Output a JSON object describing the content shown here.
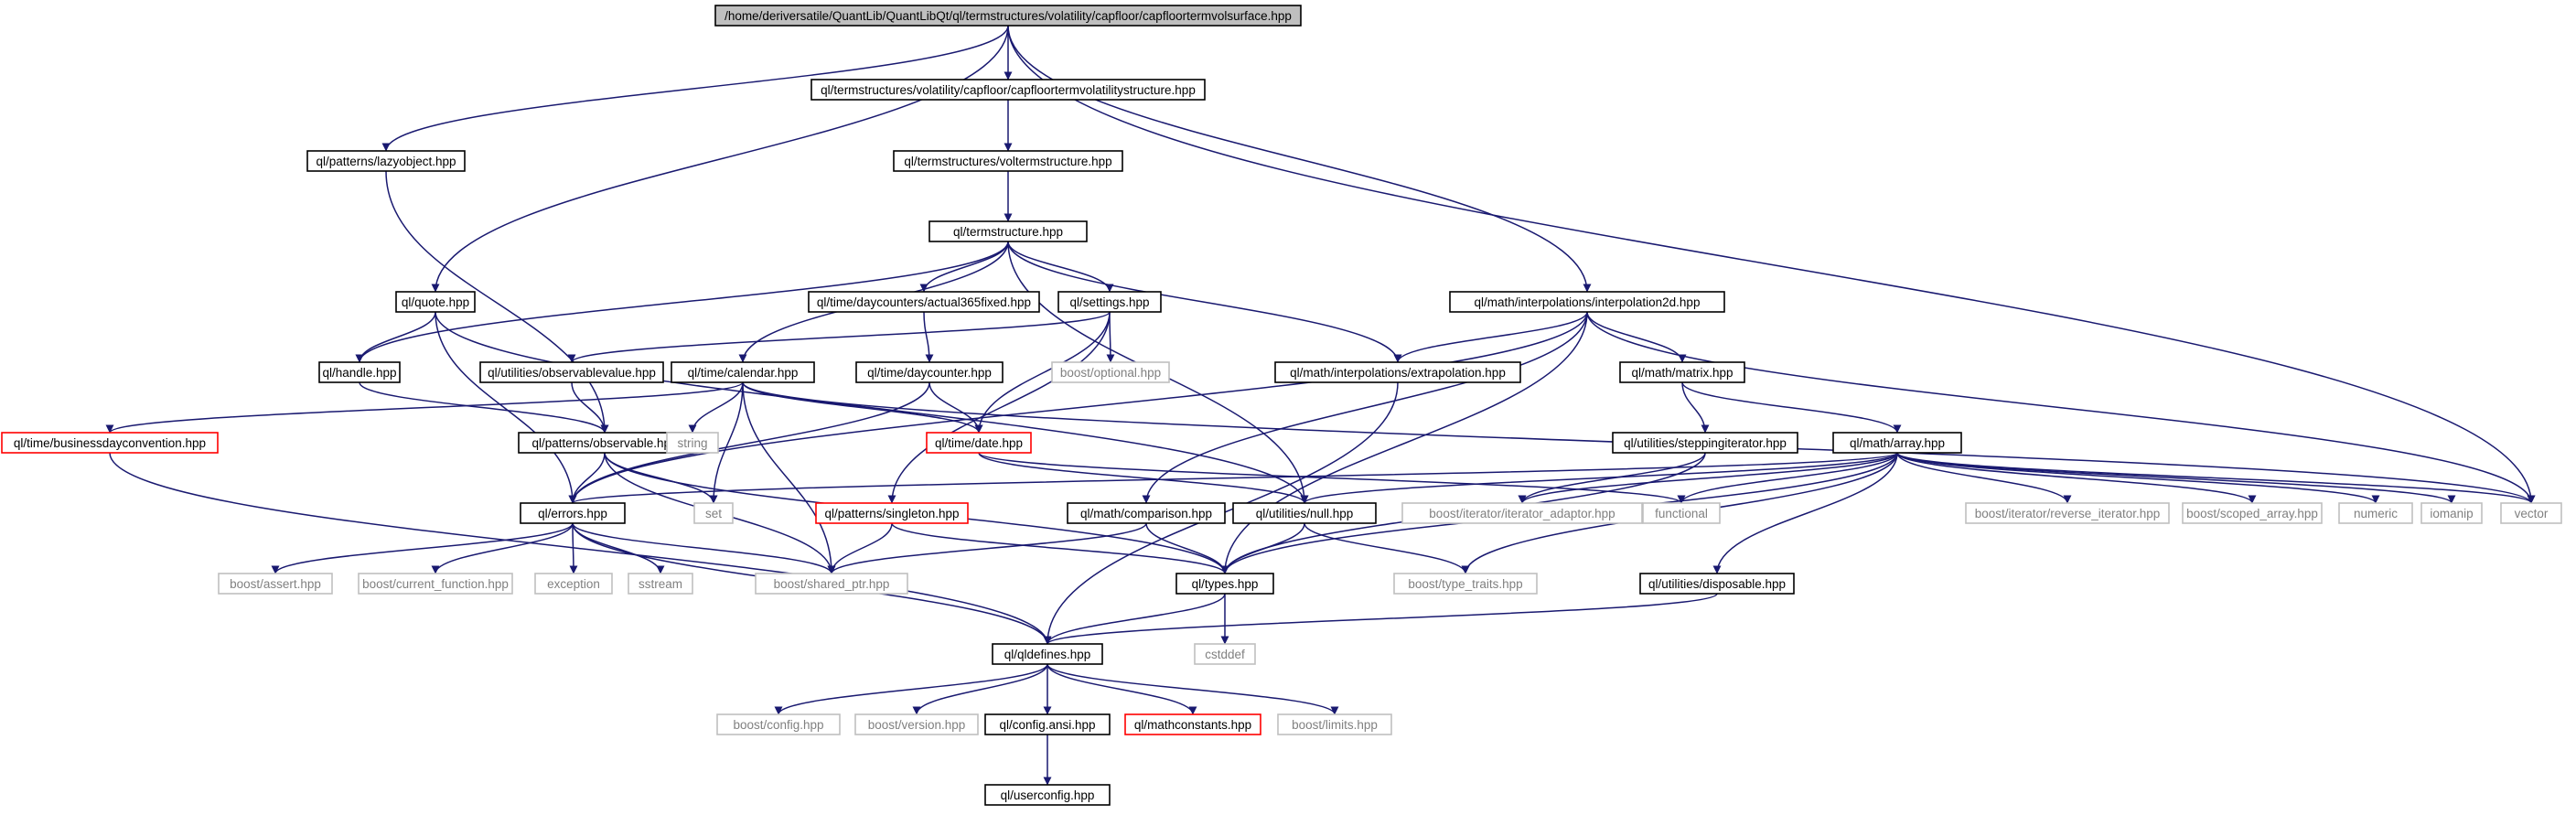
{
  "colors": {
    "edge": "#191970",
    "node_border": "#000000",
    "node_fill": "#ffffff",
    "root_fill": "#bfbfbf",
    "external_border": "#bfbfbf",
    "external_text": "#808080",
    "truncated_border": "#ff0000",
    "text": "#000000"
  },
  "nodes": [
    {
      "id": "root",
      "label": "/home/deriversatile/QuantLib/QuantLibQt/ql/termstructures/volatility/capfloor/capfloortermvolsurface.hpp",
      "kind": "root"
    },
    {
      "id": "cftvs",
      "label": "ql/termstructures/volatility/capfloor/capfloortermvolatilitystructure.hpp",
      "kind": "normal"
    },
    {
      "id": "lazy",
      "label": "ql/patterns/lazyobject.hpp",
      "kind": "normal"
    },
    {
      "id": "voltermstr",
      "label": "ql/termstructures/voltermstructure.hpp",
      "kind": "normal"
    },
    {
      "id": "termstr",
      "label": "ql/termstructure.hpp",
      "kind": "normal"
    },
    {
      "id": "quote",
      "label": "ql/quote.hpp",
      "kind": "normal"
    },
    {
      "id": "actual365",
      "label": "ql/time/daycounters/actual365fixed.hpp",
      "kind": "normal"
    },
    {
      "id": "settings",
      "label": "ql/settings.hpp",
      "kind": "normal"
    },
    {
      "id": "interp2d",
      "label": "ql/math/interpolations/interpolation2d.hpp",
      "kind": "normal"
    },
    {
      "id": "handle",
      "label": "ql/handle.hpp",
      "kind": "normal"
    },
    {
      "id": "obsvalue",
      "label": "ql/utilities/observablevalue.hpp",
      "kind": "normal"
    },
    {
      "id": "calendar",
      "label": "ql/time/calendar.hpp",
      "kind": "normal"
    },
    {
      "id": "daycounter",
      "label": "ql/time/daycounter.hpp",
      "kind": "normal"
    },
    {
      "id": "optional",
      "label": "boost/optional.hpp",
      "kind": "external"
    },
    {
      "id": "extrap",
      "label": "ql/math/interpolations/extrapolation.hpp",
      "kind": "normal"
    },
    {
      "id": "matrix",
      "label": "ql/math/matrix.hpp",
      "kind": "normal"
    },
    {
      "id": "bdc",
      "label": "ql/time/businessdayconvention.hpp",
      "kind": "truncated"
    },
    {
      "id": "observable",
      "label": "ql/patterns/observable.hpp",
      "kind": "normal"
    },
    {
      "id": "string",
      "label": "string",
      "kind": "external"
    },
    {
      "id": "date",
      "label": "ql/time/date.hpp",
      "kind": "truncated"
    },
    {
      "id": "stepiter",
      "label": "ql/utilities/steppingiterator.hpp",
      "kind": "normal"
    },
    {
      "id": "array",
      "label": "ql/math/array.hpp",
      "kind": "normal"
    },
    {
      "id": "errors",
      "label": "ql/errors.hpp",
      "kind": "normal"
    },
    {
      "id": "set",
      "label": "set",
      "kind": "external"
    },
    {
      "id": "singleton",
      "label": "ql/patterns/singleton.hpp",
      "kind": "truncated"
    },
    {
      "id": "comparison",
      "label": "ql/math/comparison.hpp",
      "kind": "normal"
    },
    {
      "id": "null",
      "label": "ql/utilities/null.hpp",
      "kind": "normal"
    },
    {
      "id": "iteradaptor",
      "label": "boost/iterator/iterator_adaptor.hpp",
      "kind": "external"
    },
    {
      "id": "functional",
      "label": "functional",
      "kind": "external"
    },
    {
      "id": "reviter",
      "label": "boost/iterator/reverse_iterator.hpp",
      "kind": "external"
    },
    {
      "id": "scopedarray",
      "label": "boost/scoped_array.hpp",
      "kind": "external"
    },
    {
      "id": "numeric",
      "label": "numeric",
      "kind": "external"
    },
    {
      "id": "iomanip",
      "label": "iomanip",
      "kind": "external"
    },
    {
      "id": "vector",
      "label": "vector",
      "kind": "external"
    },
    {
      "id": "bassert",
      "label": "boost/assert.hpp",
      "kind": "external"
    },
    {
      "id": "bcurfunc",
      "label": "boost/current_function.hpp",
      "kind": "external"
    },
    {
      "id": "exception",
      "label": "exception",
      "kind": "external"
    },
    {
      "id": "sstream",
      "label": "sstream",
      "kind": "external"
    },
    {
      "id": "sharedptr",
      "label": "boost/shared_ptr.hpp",
      "kind": "external"
    },
    {
      "id": "types",
      "label": "ql/types.hpp",
      "kind": "normal"
    },
    {
      "id": "typetraits",
      "label": "boost/type_traits.hpp",
      "kind": "external"
    },
    {
      "id": "disposable",
      "label": "ql/utilities/disposable.hpp",
      "kind": "normal"
    },
    {
      "id": "cstddef",
      "label": "cstddef",
      "kind": "external"
    },
    {
      "id": "qldefines",
      "label": "ql/qldefines.hpp",
      "kind": "normal"
    },
    {
      "id": "bconfig",
      "label": "boost/config.hpp",
      "kind": "external"
    },
    {
      "id": "bversion",
      "label": "boost/version.hpp",
      "kind": "external"
    },
    {
      "id": "configansi",
      "label": "ql/config.ansi.hpp",
      "kind": "normal"
    },
    {
      "id": "mathconst",
      "label": "ql/mathconstants.hpp",
      "kind": "truncated"
    },
    {
      "id": "blimits",
      "label": "boost/limits.hpp",
      "kind": "external"
    },
    {
      "id": "userconfig",
      "label": "ql/userconfig.hpp",
      "kind": "normal"
    }
  ],
  "edges": [
    [
      "root",
      "cftvs"
    ],
    [
      "root",
      "lazy"
    ],
    [
      "root",
      "quote"
    ],
    [
      "root",
      "interp2d"
    ],
    [
      "root",
      "vector"
    ],
    [
      "cftvs",
      "voltermstr"
    ],
    [
      "voltermstr",
      "termstr"
    ],
    [
      "termstr",
      "handle"
    ],
    [
      "termstr",
      "calendar"
    ],
    [
      "termstr",
      "actual365"
    ],
    [
      "termstr",
      "settings"
    ],
    [
      "termstr",
      "extrap"
    ],
    [
      "termstr",
      "null"
    ],
    [
      "lazy",
      "observable"
    ],
    [
      "quote",
      "handle"
    ],
    [
      "quote",
      "errors"
    ],
    [
      "quote",
      "null"
    ],
    [
      "actual365",
      "daycounter"
    ],
    [
      "settings",
      "obsvalue"
    ],
    [
      "settings",
      "optional"
    ],
    [
      "settings",
      "date"
    ],
    [
      "settings",
      "singleton"
    ],
    [
      "interp2d",
      "errors"
    ],
    [
      "interp2d",
      "extrap"
    ],
    [
      "interp2d",
      "matrix"
    ],
    [
      "interp2d",
      "comparison"
    ],
    [
      "interp2d",
      "vector"
    ],
    [
      "interp2d",
      "types"
    ],
    [
      "handle",
      "observable"
    ],
    [
      "obsvalue",
      "observable"
    ],
    [
      "calendar",
      "bdc"
    ],
    [
      "calendar",
      "string"
    ],
    [
      "calendar",
      "set"
    ],
    [
      "calendar",
      "date"
    ],
    [
      "calendar",
      "sharedptr"
    ],
    [
      "calendar",
      "vector"
    ],
    [
      "daycounter",
      "date"
    ],
    [
      "daycounter",
      "errors"
    ],
    [
      "extrap",
      "qldefines"
    ],
    [
      "matrix",
      "stepiter"
    ],
    [
      "matrix",
      "array"
    ],
    [
      "bdc",
      "qldefines"
    ],
    [
      "observable",
      "errors"
    ],
    [
      "observable",
      "set"
    ],
    [
      "observable",
      "sharedptr"
    ],
    [
      "observable",
      "types"
    ],
    [
      "date",
      "null"
    ],
    [
      "date",
      "functional"
    ],
    [
      "stepiter",
      "iteradaptor"
    ],
    [
      "stepiter",
      "types"
    ],
    [
      "array",
      "errors"
    ],
    [
      "array",
      "null"
    ],
    [
      "array",
      "functional"
    ],
    [
      "array",
      "iteradaptor"
    ],
    [
      "array",
      "reviter"
    ],
    [
      "array",
      "scopedarray"
    ],
    [
      "array",
      "numeric"
    ],
    [
      "array",
      "iomanip"
    ],
    [
      "array",
      "vector"
    ],
    [
      "array",
      "types"
    ],
    [
      "array",
      "disposable"
    ],
    [
      "array",
      "typetraits"
    ],
    [
      "errors",
      "bassert"
    ],
    [
      "errors",
      "bcurfunc"
    ],
    [
      "errors",
      "exception"
    ],
    [
      "errors",
      "sstream"
    ],
    [
      "errors",
      "sharedptr"
    ],
    [
      "errors",
      "qldefines"
    ],
    [
      "singleton",
      "sharedptr"
    ],
    [
      "singleton",
      "types"
    ],
    [
      "comparison",
      "types"
    ],
    [
      "comparison",
      "sharedptr"
    ],
    [
      "null",
      "types"
    ],
    [
      "null",
      "typetraits"
    ],
    [
      "types",
      "qldefines"
    ],
    [
      "types",
      "cstddef"
    ],
    [
      "disposable",
      "qldefines"
    ],
    [
      "qldefines",
      "bconfig"
    ],
    [
      "qldefines",
      "bversion"
    ],
    [
      "qldefines",
      "configansi"
    ],
    [
      "qldefines",
      "mathconst"
    ],
    [
      "qldefines",
      "blimits"
    ],
    [
      "configansi",
      "userconfig"
    ]
  ]
}
